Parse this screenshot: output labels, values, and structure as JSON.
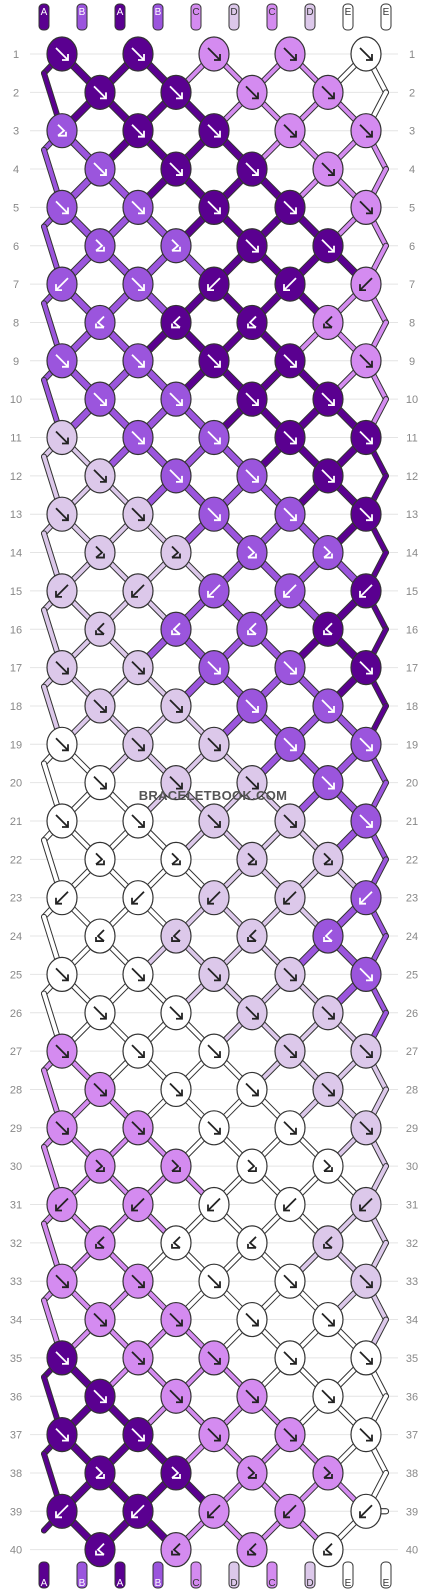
{
  "watermark": "BRACELETBOOK.COM",
  "row_numbers": [
    "1",
    "2",
    "3",
    "4",
    "5",
    "6",
    "7",
    "8",
    "9",
    "10",
    "11",
    "12",
    "13",
    "14",
    "15",
    "16",
    "17",
    "18",
    "19",
    "20",
    "21",
    "22",
    "23",
    "24",
    "25",
    "26",
    "27",
    "28",
    "29",
    "30",
    "31",
    "32",
    "33",
    "34",
    "35",
    "36",
    "37",
    "38",
    "39",
    "40"
  ],
  "strings": [
    "A",
    "B",
    "A",
    "B",
    "C",
    "D",
    "C",
    "D",
    "E",
    "E"
  ],
  "colors": {
    "A": "#5a0090",
    "B": "#9b55dd",
    "C": "#d48bf0",
    "D": "#dcc8ea",
    "E": "#ffffff"
  },
  "knot_icon_names": [
    "arrow-down-right-icon",
    "arrow-down-left-icon",
    "backward-knot-right-icon",
    "backward-knot-left-icon"
  ],
  "knot_rows": [
    [
      [
        "A",
        "f"
      ],
      [
        "A",
        "f"
      ],
      [
        "C",
        "f"
      ],
      [
        "C",
        "f"
      ],
      [
        "E",
        "f"
      ]
    ],
    [
      [
        "A",
        "f"
      ],
      [
        "A",
        "f"
      ],
      [
        "C",
        "f"
      ],
      [
        "C",
        "f"
      ]
    ],
    [
      [
        "B",
        "fb"
      ],
      [
        "A",
        "f"
      ],
      [
        "A",
        "f"
      ],
      [
        "C",
        "f"
      ],
      [
        "C",
        "f"
      ]
    ],
    [
      [
        "B",
        "f"
      ],
      [
        "A",
        "f"
      ],
      [
        "A",
        "f"
      ],
      [
        "C",
        "f"
      ]
    ],
    [
      [
        "B",
        "f"
      ],
      [
        "B",
        "f"
      ],
      [
        "A",
        "f"
      ],
      [
        "A",
        "f"
      ],
      [
        "C",
        "f"
      ]
    ],
    [
      [
        "B",
        "fb"
      ],
      [
        "B",
        "fb"
      ],
      [
        "A",
        "f"
      ],
      [
        "A",
        "f"
      ]
    ],
    [
      [
        "B",
        "bl"
      ],
      [
        "B",
        "f"
      ],
      [
        "A",
        "b"
      ],
      [
        "A",
        "b"
      ],
      [
        "C",
        "bl"
      ]
    ],
    [
      [
        "B",
        "bb"
      ],
      [
        "A",
        "bb"
      ],
      [
        "A",
        "bb"
      ],
      [
        "C",
        "bb"
      ]
    ],
    [
      [
        "B",
        "f"
      ],
      [
        "B",
        "f"
      ],
      [
        "A",
        "f"
      ],
      [
        "A",
        "f"
      ],
      [
        "C",
        "f"
      ]
    ],
    [
      [
        "B",
        "f"
      ],
      [
        "B",
        "f"
      ],
      [
        "A",
        "f"
      ],
      [
        "A",
        "f"
      ]
    ],
    [
      [
        "D",
        "f"
      ],
      [
        "B",
        "f"
      ],
      [
        "B",
        "f"
      ],
      [
        "A",
        "f"
      ],
      [
        "A",
        "f"
      ]
    ],
    [
      [
        "D",
        "f"
      ],
      [
        "B",
        "f"
      ],
      [
        "B",
        "f"
      ],
      [
        "A",
        "f"
      ]
    ],
    [
      [
        "D",
        "f"
      ],
      [
        "D",
        "f"
      ],
      [
        "B",
        "f"
      ],
      [
        "B",
        "f"
      ],
      [
        "A",
        "f"
      ]
    ],
    [
      [
        "D",
        "fb"
      ],
      [
        "D",
        "fb"
      ],
      [
        "B",
        "fb"
      ],
      [
        "B",
        "fb"
      ]
    ],
    [
      [
        "D",
        "bl"
      ],
      [
        "D",
        "bl"
      ],
      [
        "B",
        "b"
      ],
      [
        "B",
        "b"
      ],
      [
        "A",
        "bl"
      ]
    ],
    [
      [
        "D",
        "bb"
      ],
      [
        "B",
        "bb"
      ],
      [
        "B",
        "bb"
      ],
      [
        "A",
        "bb"
      ]
    ],
    [
      [
        "D",
        "f"
      ],
      [
        "D",
        "f"
      ],
      [
        "B",
        "f"
      ],
      [
        "B",
        "f"
      ],
      [
        "A",
        "f"
      ]
    ],
    [
      [
        "D",
        "f"
      ],
      [
        "D",
        "f"
      ],
      [
        "B",
        "f"
      ],
      [
        "B",
        "f"
      ]
    ],
    [
      [
        "E",
        "f"
      ],
      [
        "D",
        "f"
      ],
      [
        "D",
        "f"
      ],
      [
        "B",
        "f"
      ],
      [
        "B",
        "f"
      ]
    ],
    [
      [
        "E",
        "f"
      ],
      [
        "D",
        "f"
      ],
      [
        "D",
        "f"
      ],
      [
        "B",
        "f"
      ]
    ],
    [
      [
        "E",
        "f"
      ],
      [
        "E",
        "f"
      ],
      [
        "D",
        "f"
      ],
      [
        "D",
        "f"
      ],
      [
        "B",
        "f"
      ]
    ],
    [
      [
        "E",
        "fb"
      ],
      [
        "E",
        "fb"
      ],
      [
        "D",
        "fb"
      ],
      [
        "D",
        "fb"
      ]
    ],
    [
      [
        "E",
        "bl"
      ],
      [
        "E",
        "bl"
      ],
      [
        "D",
        "b"
      ],
      [
        "D",
        "b"
      ],
      [
        "B",
        "bl"
      ]
    ],
    [
      [
        "E",
        "bb"
      ],
      [
        "D",
        "bb"
      ],
      [
        "D",
        "bb"
      ],
      [
        "B",
        "bb"
      ]
    ],
    [
      [
        "E",
        "f"
      ],
      [
        "E",
        "f"
      ],
      [
        "D",
        "f"
      ],
      [
        "D",
        "f"
      ],
      [
        "B",
        "f"
      ]
    ],
    [
      [
        "E",
        "f"
      ],
      [
        "E",
        "f"
      ],
      [
        "D",
        "f"
      ],
      [
        "D",
        "f"
      ]
    ],
    [
      [
        "C",
        "f"
      ],
      [
        "E",
        "f"
      ],
      [
        "E",
        "f"
      ],
      [
        "D",
        "f"
      ],
      [
        "D",
        "f"
      ]
    ],
    [
      [
        "C",
        "f"
      ],
      [
        "E",
        "f"
      ],
      [
        "E",
        "f"
      ],
      [
        "D",
        "f"
      ]
    ],
    [
      [
        "C",
        "f"
      ],
      [
        "C",
        "f"
      ],
      [
        "E",
        "f"
      ],
      [
        "E",
        "f"
      ],
      [
        "D",
        "f"
      ]
    ],
    [
      [
        "C",
        "fb"
      ],
      [
        "C",
        "fb"
      ],
      [
        "E",
        "fb"
      ],
      [
        "E",
        "fb"
      ]
    ],
    [
      [
        "C",
        "bl"
      ],
      [
        "C",
        "bl"
      ],
      [
        "E",
        "b"
      ],
      [
        "E",
        "b"
      ],
      [
        "D",
        "bl"
      ]
    ],
    [
      [
        "C",
        "bb"
      ],
      [
        "E",
        "bb"
      ],
      [
        "E",
        "bb"
      ],
      [
        "D",
        "bb"
      ]
    ],
    [
      [
        "C",
        "f"
      ],
      [
        "C",
        "f"
      ],
      [
        "E",
        "f"
      ],
      [
        "E",
        "f"
      ],
      [
        "D",
        "f"
      ]
    ],
    [
      [
        "C",
        "f"
      ],
      [
        "C",
        "f"
      ],
      [
        "E",
        "f"
      ],
      [
        "E",
        "f"
      ]
    ],
    [
      [
        "A",
        "f"
      ],
      [
        "C",
        "f"
      ],
      [
        "C",
        "f"
      ],
      [
        "E",
        "f"
      ],
      [
        "E",
        "f"
      ]
    ],
    [
      [
        "A",
        "f"
      ],
      [
        "C",
        "f"
      ],
      [
        "C",
        "f"
      ],
      [
        "E",
        "f"
      ]
    ],
    [
      [
        "A",
        "f"
      ],
      [
        "A",
        "f"
      ],
      [
        "C",
        "f"
      ],
      [
        "C",
        "f"
      ],
      [
        "E",
        "f"
      ]
    ],
    [
      [
        "A",
        "fb"
      ],
      [
        "A",
        "fb"
      ],
      [
        "C",
        "fb"
      ],
      [
        "C",
        "fb"
      ]
    ],
    [
      [
        "A",
        "bl"
      ],
      [
        "A",
        "bl"
      ],
      [
        "C",
        "b"
      ],
      [
        "C",
        "b"
      ],
      [
        "E",
        "bl"
      ]
    ],
    [
      [
        "A",
        "bb"
      ],
      [
        "C",
        "bb"
      ],
      [
        "C",
        "bb"
      ],
      [
        "E",
        "bb"
      ]
    ]
  ]
}
